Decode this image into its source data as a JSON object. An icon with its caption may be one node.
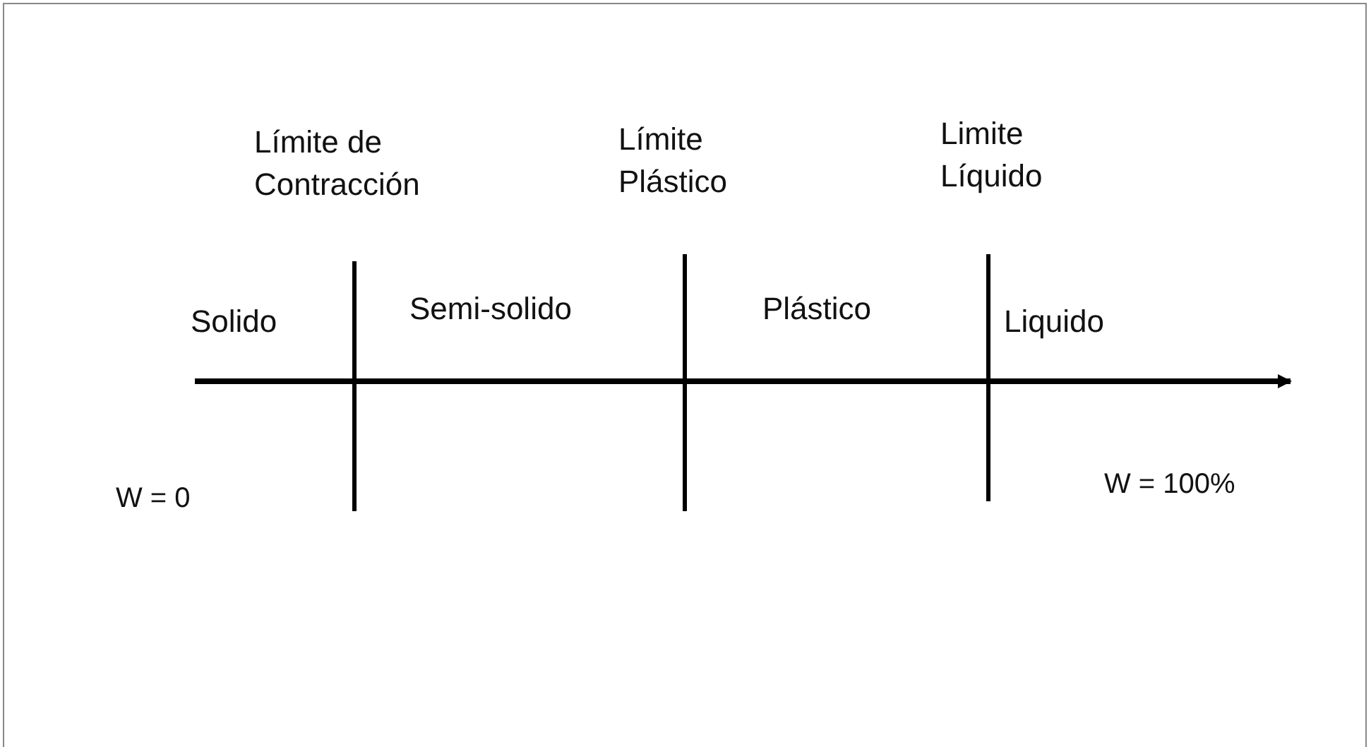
{
  "diagram": {
    "labels": [
      "Límite de Contracción",
      "Límite Plástico",
      "Limite Líquido",
      "Solido",
      "Semi-solido",
      "Plástico",
      "Liquido",
      "W = 0",
      "W = 100%"
    ]
  }
}
